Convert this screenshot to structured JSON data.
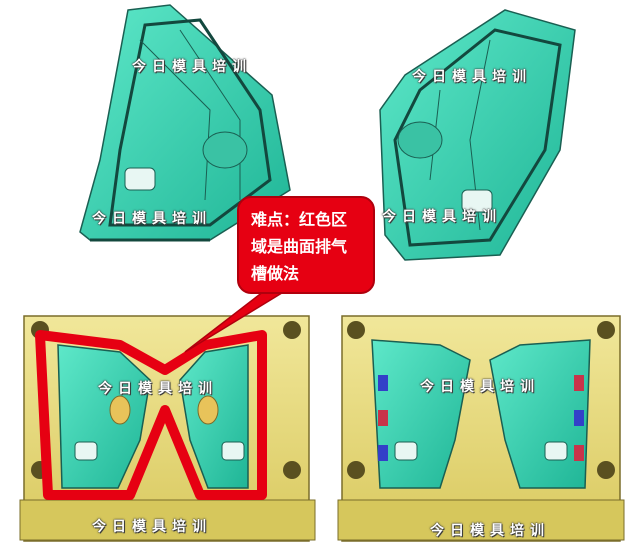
{
  "callout": {
    "lines": [
      "难点：红色区",
      "域是曲面排气",
      "槽做法"
    ]
  },
  "watermark": "今日模具培训",
  "colors": {
    "part_green": "#2fd1b0",
    "mold_yellow": "#e8dc7a",
    "highlight_red": "#e60012",
    "callout_red": "#e60012"
  }
}
